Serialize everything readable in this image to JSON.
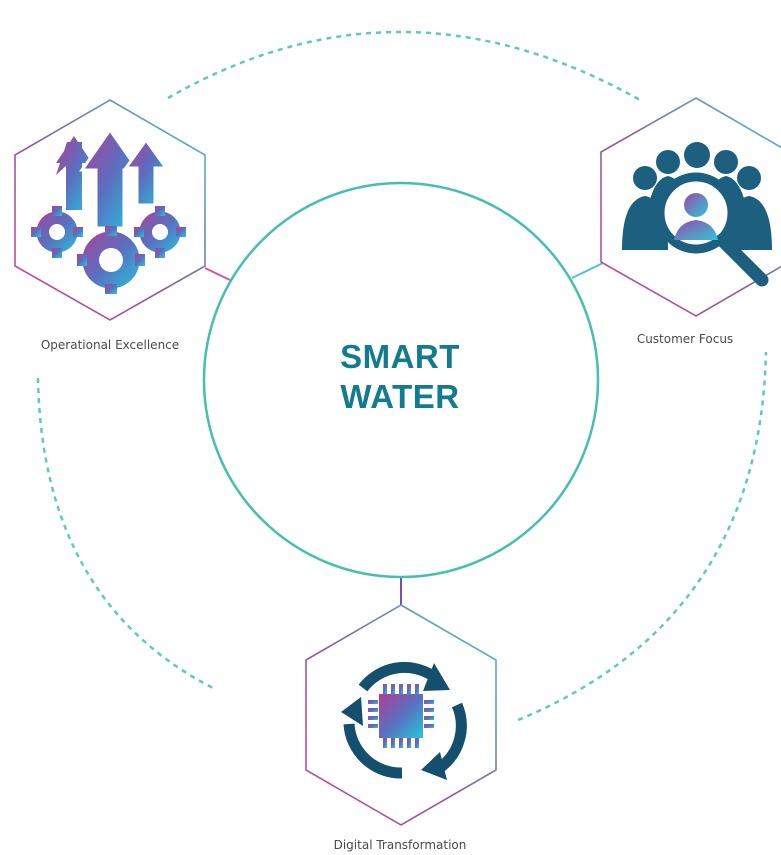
{
  "center": {
    "title_line1": "SMART",
    "title_line2": "WATER"
  },
  "nodes": [
    {
      "label": "Operational Excellence",
      "icon": "gears-arrows-icon"
    },
    {
      "label": "Customer Focus",
      "icon": "people-magnifier-icon"
    },
    {
      "label": "Digital Transformation",
      "icon": "chip-cycle-icon"
    }
  ],
  "colors": {
    "teal": "#4fc3b8",
    "magenta": "#c2469a",
    "purple": "#7a4fa6",
    "blue": "#2f6fb0",
    "cyan": "#27c3d9",
    "navy": "#14506e",
    "title": "#137b8f"
  }
}
